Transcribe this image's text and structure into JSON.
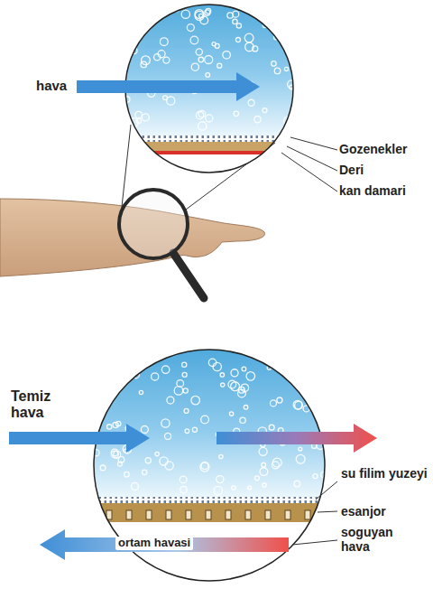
{
  "diagram": {
    "labels": [
      "hava",
      "Gozenekler",
      "Deri",
      "kan damari",
      "Temiz hava",
      "su filim yuzeyi",
      "esanjor",
      "soguyan hava",
      "ortam havasi"
    ]
  }
}
